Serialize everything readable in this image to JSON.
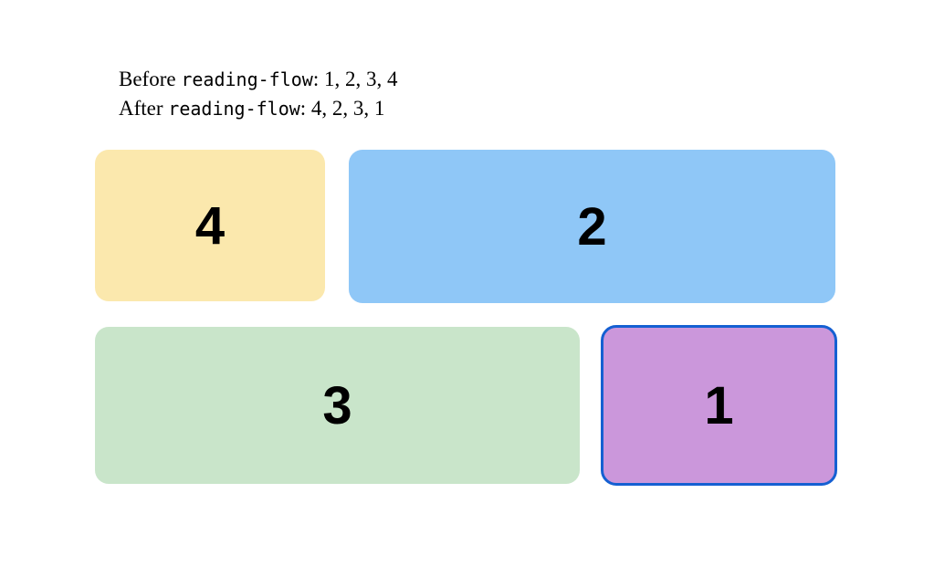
{
  "caption": {
    "before": {
      "prefix": "Before ",
      "code": "reading-flow",
      "suffix": ": 1, 2, 3, 4"
    },
    "after": {
      "prefix": "After ",
      "code": "reading-flow",
      "suffix": ": 4, 2, 3, 1"
    }
  },
  "boxes": [
    {
      "label": "4",
      "color": "#fbe8ad",
      "focused": false
    },
    {
      "label": "2",
      "color": "#8fc7f7",
      "focused": false
    },
    {
      "label": "3",
      "color": "#c9e5ca",
      "focused": false
    },
    {
      "label": "1",
      "color": "#cb97db",
      "focused": true,
      "focus_ring_color": "#1560d2"
    }
  ],
  "colors": {
    "background": "#ffffff",
    "text": "#000000",
    "focus_ring": "#1560d2"
  }
}
